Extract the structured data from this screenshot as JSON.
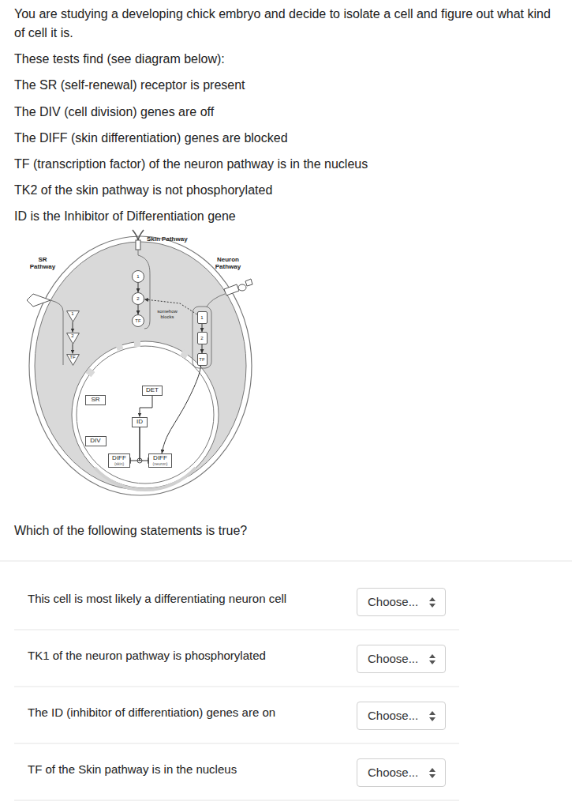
{
  "diagram": {
    "nodes": [
      {
        "text": [
          "SR"
        ]
      },
      {
        "text": [
          "DIV"
        ]
      },
      {
        "text": [
          "DIFF",
          "(skin)"
        ]
      },
      {
        "text": [
          "DIFF",
          "(neuron)"
        ]
      },
      {
        "text": [
          "DET"
        ]
      },
      {
        "text": [
          "ID"
        ]
      },
      {
        "text": [
          "1"
        ]
      },
      {
        "text": [
          "2"
        ]
      },
      {
        "text": [
          "TF"
        ]
      },
      {
        "text": [
          "1"
        ]
      },
      {
        "text": [
          "2"
        ]
      },
      {
        "text": [
          "TF"
        ]
      },
      {
        "text": [
          "1"
        ]
      },
      {
        "text": [
          "2"
        ]
      },
      {
        "text": [
          "TF"
        ]
      },
      {
        "text": [
          "Choose..."
        ]
      },
      {
        "text": [
          "Choose..."
        ]
      },
      {
        "text": [
          "Choose..."
        ]
      },
      {
        "text": [
          "Choose..."
        ]
      }
    ],
    "edges": [
      {
        "from": 9,
        "to": 10,
        "arrow": "to"
      },
      {
        "from": 10,
        "to": 11,
        "arrow": "to"
      },
      {
        "from": 6,
        "to": 7,
        "arrow": "to"
      },
      {
        "from": 7,
        "to": 8,
        "arrow": "to"
      },
      {
        "from": 12,
        "to": 13,
        "arrow": "to"
      },
      {
        "from": 13,
        "to": 14,
        "arrow": "to"
      },
      {
        "from": 14,
        "to": 3,
        "arrow": "to"
      },
      {
        "from": 4,
        "to": 5,
        "arrow": "to"
      },
      {
        "from": 5,
        "to": 2,
        "arrow": "to"
      },
      {
        "from": 5,
        "to": 3,
        "arrow": "to"
      },
      {
        "from": 12,
        "to": 7,
        "label": "somehow blocks",
        "arrow": "to"
      }
    ],
    "labels": [
      "You are studying a developing chick embryo and decide to isolate a cell and figure out what kind of cell it is.",
      "These tests find (see diagram below):",
      "The SR (self-renewal) receptor is present",
      "The DIV (cell division) genes are off",
      "The DIFF (skin differentiation) genes are blocked",
      "TF (transcription factor) of the neuron pathway is in the nucleus",
      "TK2 of the skin pathway is not phosphorylated",
      "ID is the Inhibitor of Differentiation gene",
      "Skin Pathway",
      "SR Pathway",
      "Neuron Pathway",
      "Which of the following statements is true?",
      "This cell is most likely a differentiating neuron cell",
      "TK1 of the neuron pathway is phosphorylated",
      "The ID (inhibitor of differentiation) genes are on",
      "TF of the Skin pathway is in the nucleus"
    ]
  }
}
